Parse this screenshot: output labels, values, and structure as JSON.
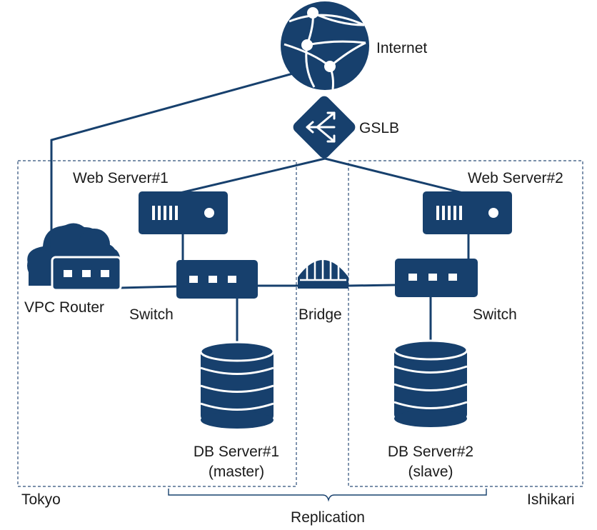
{
  "colors": {
    "primary": "#17406d",
    "zone_border": "#2c4e78",
    "text": "#1a1a1a"
  },
  "nodes": {
    "internet": {
      "label": "Internet",
      "icon": "globe-network-icon"
    },
    "gslb": {
      "label": "GSLB",
      "icon": "load-balancer-icon"
    },
    "vpc_router": {
      "label": "VPC Router",
      "icon": "cloud-router-icon"
    },
    "web1": {
      "label": "Web Server#1",
      "icon": "server-icon"
    },
    "web2": {
      "label": "Web Server#2",
      "icon": "server-icon"
    },
    "switch1": {
      "label": "Switch",
      "icon": "switch-icon"
    },
    "switch2": {
      "label": "Switch",
      "icon": "switch-icon"
    },
    "bridge": {
      "label": "Bridge",
      "icon": "bridge-icon"
    },
    "db1": {
      "label": "DB Server#1",
      "role": "(master)",
      "icon": "database-icon"
    },
    "db2": {
      "label": "DB Server#2",
      "role": "(slave)",
      "icon": "database-icon"
    }
  },
  "zones": {
    "tokyo": {
      "label": "Tokyo"
    },
    "ishikari": {
      "label": "Ishikari"
    }
  },
  "replication": {
    "label": "Replication"
  }
}
